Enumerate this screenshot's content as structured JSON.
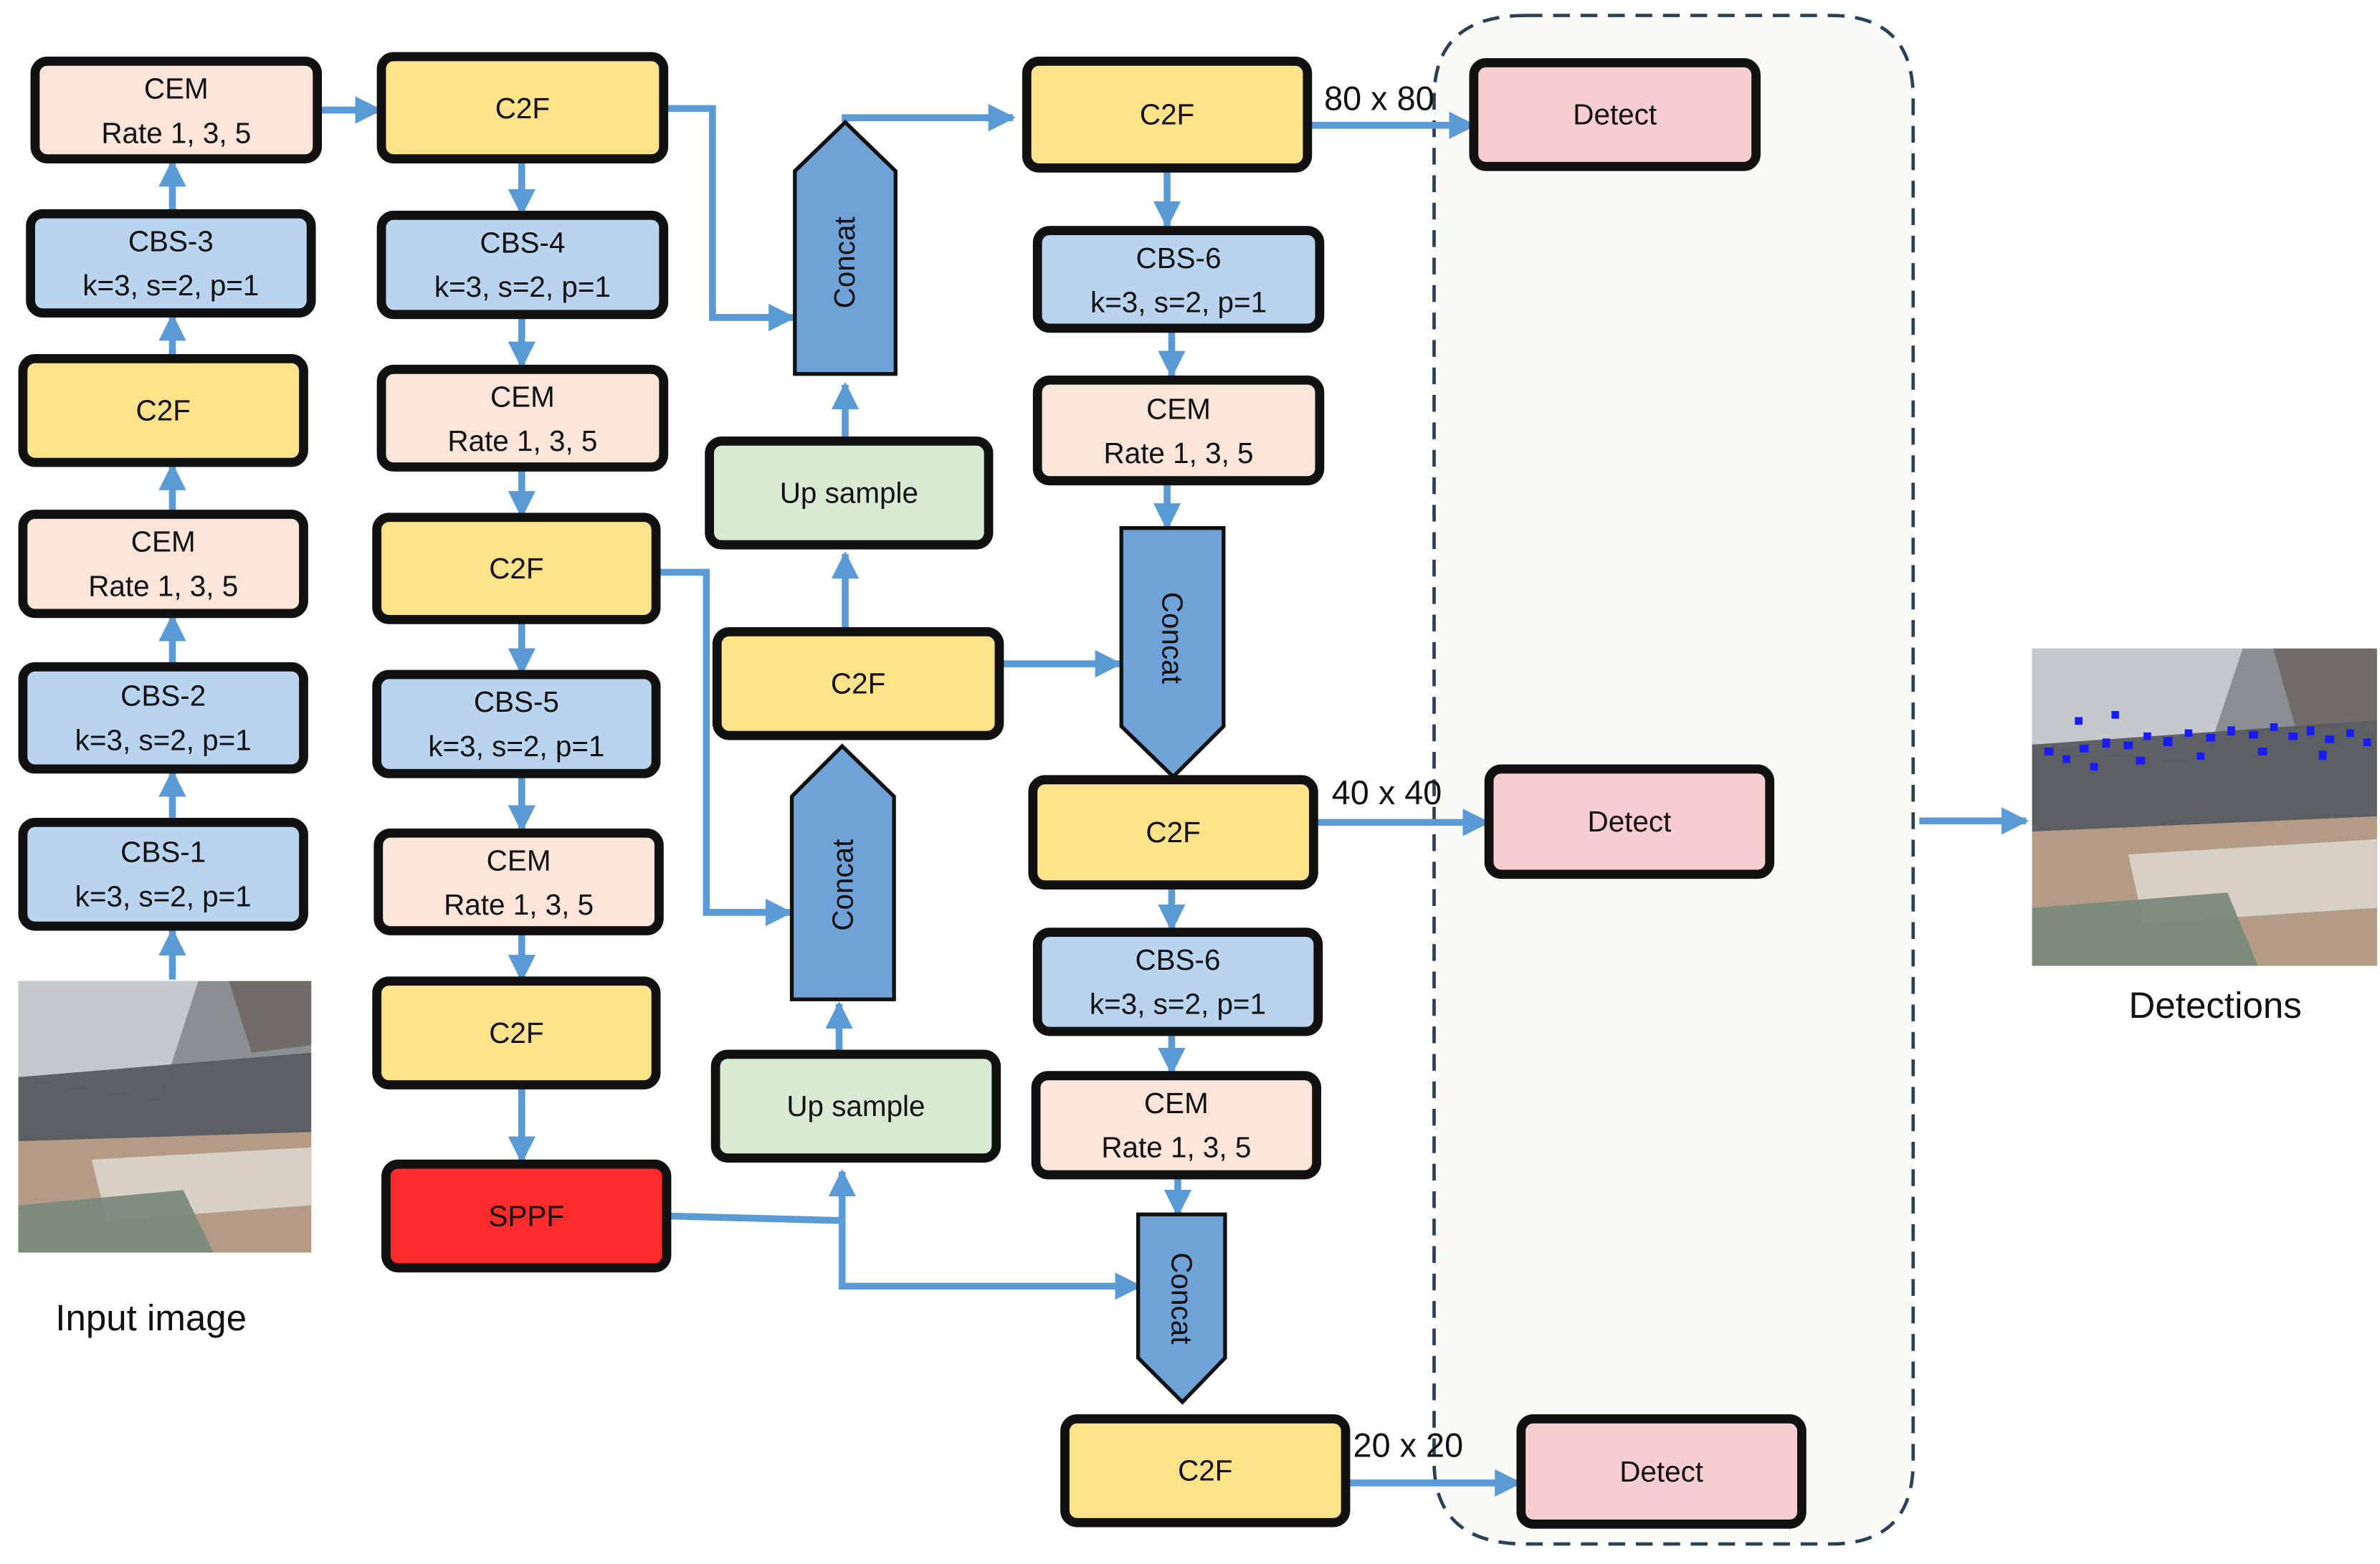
{
  "colors": {
    "c2f": "#fde28a",
    "cbs": "#b8d4ef",
    "cem": "#fbe5d8",
    "upsample": "#d9ead3",
    "sppf": "#ff2a2a",
    "detect": "#f8cdd0",
    "concat": "#6fa3d8",
    "arrow": "#5b9bd5"
  },
  "blocks": {
    "b_cem_top": {
      "type": "cem",
      "lines": [
        "CEM",
        "Rate 1, 3, 5"
      ]
    },
    "b_cbs3": {
      "type": "cbs",
      "lines": [
        "CBS-3",
        "k=3, s=2, p=1"
      ]
    },
    "b_c2f_c1": {
      "type": "c2f",
      "lines": [
        "C2F"
      ]
    },
    "b_cem_c1": {
      "type": "cem",
      "lines": [
        "CEM",
        "Rate 1, 3, 5"
      ]
    },
    "b_cbs2": {
      "type": "cbs",
      "lines": [
        "CBS-2",
        "k=3, s=2, p=1"
      ]
    },
    "b_cbs1": {
      "type": "cbs",
      "lines": [
        "CBS-1",
        "k=3, s=2, p=1"
      ]
    },
    "b_c2f_c2a": {
      "type": "c2f",
      "lines": [
        "C2F"
      ]
    },
    "b_cbs4": {
      "type": "cbs",
      "lines": [
        "CBS-4",
        "k=3, s=2, p=1"
      ]
    },
    "b_cem_c2a": {
      "type": "cem",
      "lines": [
        "CEM",
        "Rate 1, 3, 5"
      ]
    },
    "b_c2f_c2b": {
      "type": "c2f",
      "lines": [
        "C2F"
      ]
    },
    "b_cbs5": {
      "type": "cbs",
      "lines": [
        "CBS-5",
        "k=3, s=2, p=1"
      ]
    },
    "b_cem_c2b": {
      "type": "cem",
      "lines": [
        "CEM",
        "Rate 1, 3, 5"
      ]
    },
    "b_c2f_c2c": {
      "type": "c2f",
      "lines": [
        "C2F"
      ]
    },
    "b_sppf": {
      "type": "sppf",
      "lines": [
        "SPPF"
      ]
    },
    "b_up1": {
      "type": "upsample",
      "lines": [
        "Up sample"
      ]
    },
    "b_c2f_c3": {
      "type": "c2f",
      "lines": [
        "C2F"
      ]
    },
    "b_up2": {
      "type": "upsample",
      "lines": [
        "Up sample"
      ]
    },
    "b_c2f_c4a": {
      "type": "c2f",
      "lines": [
        "C2F"
      ]
    },
    "b_cbs6a": {
      "type": "cbs",
      "lines": [
        "CBS-6",
        "k=3, s=2, p=1"
      ]
    },
    "b_cem_c4a": {
      "type": "cem",
      "lines": [
        "CEM",
        "Rate 1, 3, 5"
      ]
    },
    "b_c2f_c4b": {
      "type": "c2f",
      "lines": [
        "C2F"
      ]
    },
    "b_cbs6b": {
      "type": "cbs",
      "lines": [
        "CBS-6",
        "k=3, s=2, p=1"
      ]
    },
    "b_cem_c4b": {
      "type": "cem",
      "lines": [
        "CEM",
        "Rate 1, 3, 5"
      ]
    },
    "b_c2f_c4c": {
      "type": "c2f",
      "lines": [
        "C2F"
      ]
    },
    "b_det1": {
      "type": "detect",
      "lines": [
        "Detect"
      ]
    },
    "b_det2": {
      "type": "detect",
      "lines": [
        "Detect"
      ]
    },
    "b_det3": {
      "type": "detect",
      "lines": [
        "Detect"
      ]
    }
  },
  "concat_label": "Concat",
  "scales": {
    "s80": "80 x 80",
    "s40": "40 x 40",
    "s20": "20 x 20"
  },
  "captions": {
    "input": "Input image",
    "output": "Detections"
  }
}
